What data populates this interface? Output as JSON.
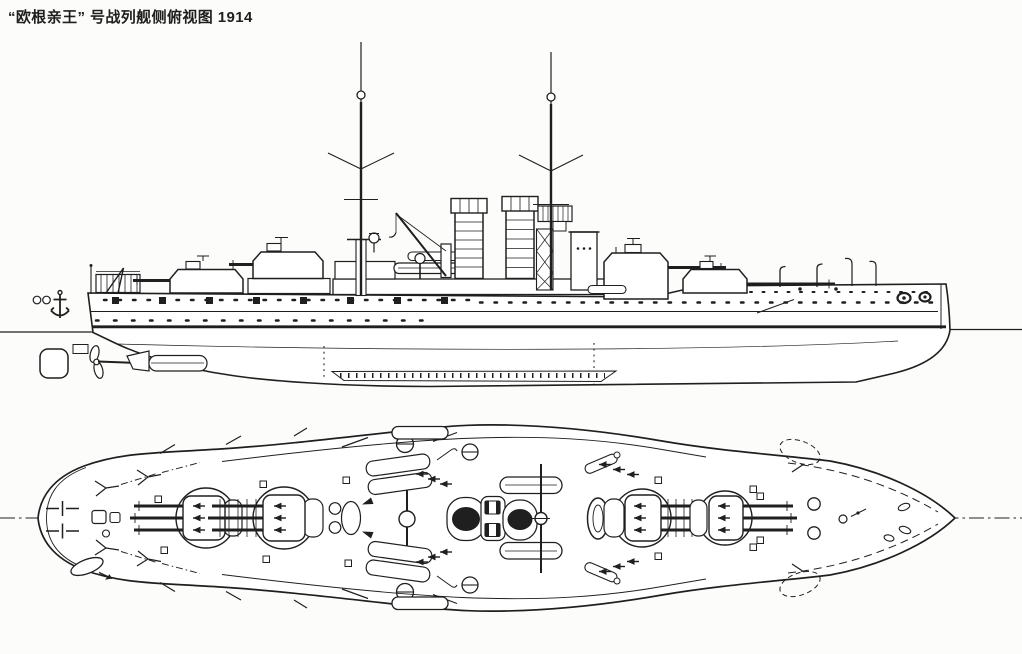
{
  "title": {
    "text": "“欧根亲王” 号战列舰侧俯视图 1914"
  },
  "colors": {
    "paper": "#fcfcfa",
    "ink": "#1f1f1f"
  },
  "figure": {
    "views": [
      {
        "name": "side-elevation"
      },
      {
        "name": "top-plan"
      }
    ]
  }
}
